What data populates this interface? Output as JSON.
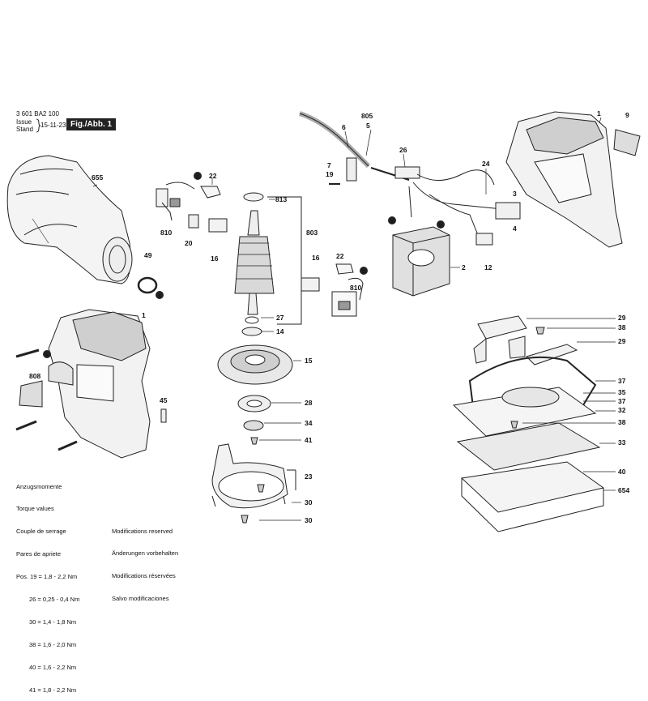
{
  "header": {
    "part_number": "3 601 BA2 100",
    "issue_label": "Issue",
    "stand_label": "Stand",
    "date": "15-11-23",
    "figure_label": "Fig./Abb. 1"
  },
  "callouts": [
    "655",
    "49",
    "22",
    "810",
    "20",
    "16",
    "813",
    "803",
    "27",
    "14",
    "15",
    "28",
    "34",
    "41",
    "23",
    "30",
    "30",
    "6",
    "805",
    "5",
    "26",
    "7",
    "19",
    "24",
    "3",
    "4",
    "12",
    "2",
    "16",
    "22",
    "810",
    "1",
    "9",
    "1",
    "808",
    "45",
    "29",
    "38",
    "29",
    "37",
    "35",
    "37",
    "32",
    "38",
    "33",
    "40",
    "654"
  ],
  "torque_block": {
    "title_lines": [
      "Anzugsmomente",
      "Torque values",
      "Couple de serrage",
      "Pares de apriete"
    ],
    "rows": [
      "Pos. 19 = 1,8 - 2,2 Nm",
      "26 = 0,25 - 0,4 Nm",
      "30 = 1,4 - 1,8 Nm",
      "38 = 1,6 - 2,0 Nm",
      "40 = 1,6 - 2,2 Nm",
      "41 = 1,8 - 2,2 Nm"
    ]
  },
  "modifications": [
    "Modifications reserved",
    "Änderungen vorbehalten",
    "Modifications réservées",
    "Salvo modificaciones"
  ]
}
